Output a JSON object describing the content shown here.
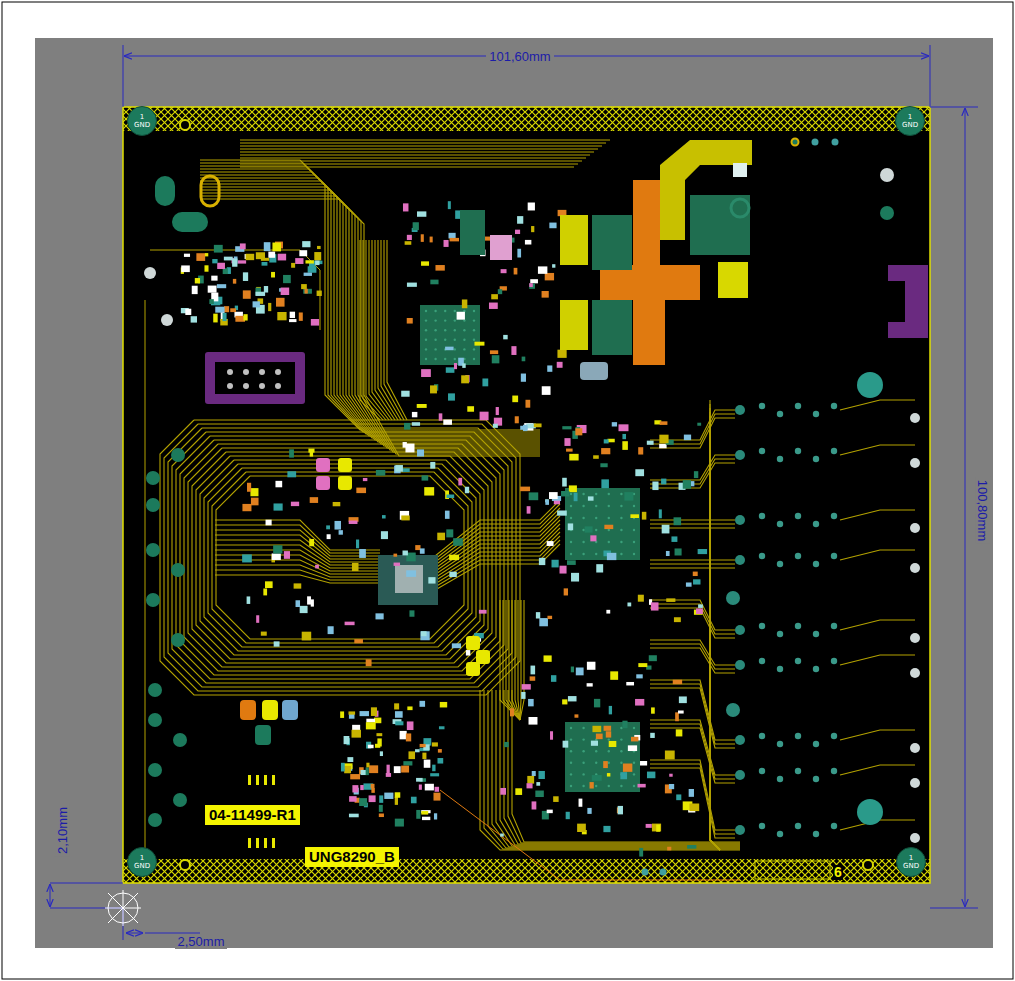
{
  "diagram": {
    "nodes": [
      {
        "text": [
          "1",
          "GND"
        ]
      },
      {
        "text": [
          "1",
          "GND"
        ]
      },
      {
        "text": [
          "1",
          "GND"
        ]
      },
      {
        "text": [
          "1",
          "GND"
        ]
      },
      {
        "text": [
          "04-11499-R1"
        ]
      },
      {
        "text": [
          "UNG8290_B"
        ]
      }
    ],
    "labels": [
      "101,60mm",
      "100,80mm",
      "2,10mm",
      "2,50mm",
      "6"
    ]
  }
}
